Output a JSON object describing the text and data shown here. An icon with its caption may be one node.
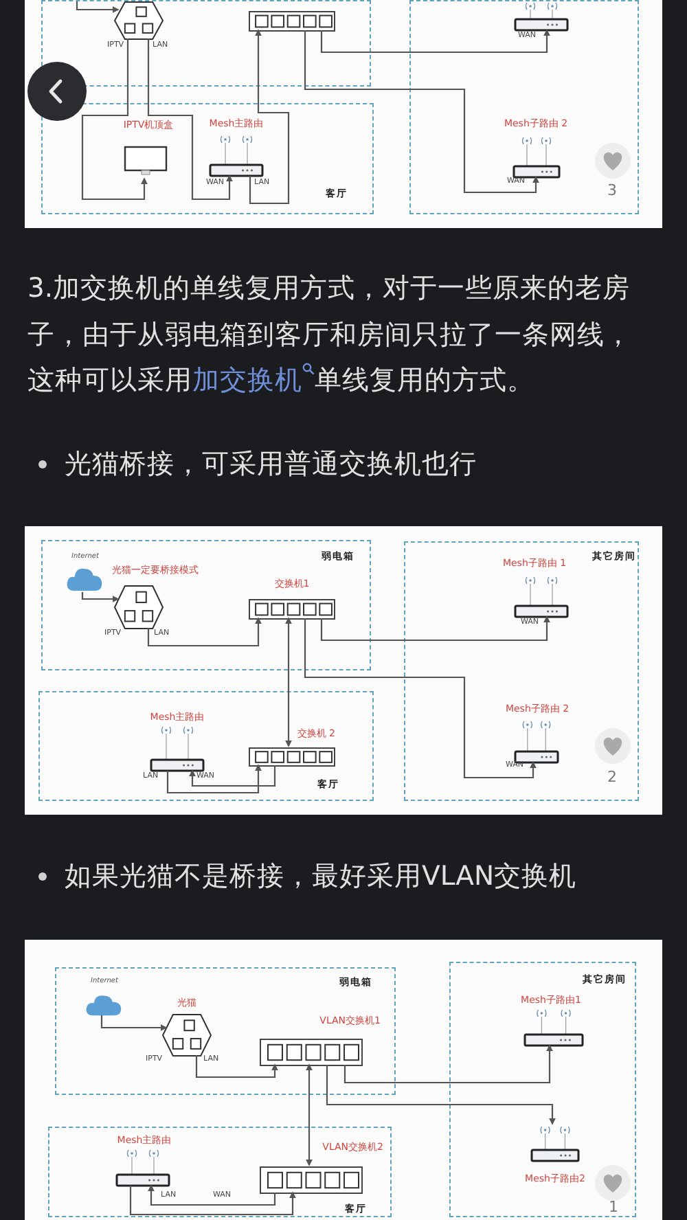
{
  "diagram": {
    "nodes": [
      {
        "text": [],
        "shape": "box"
      },
      {
        "text": [],
        "shape": "hexagon",
        "in": 0
      },
      {
        "text": [],
        "shape": "box",
        "in": 0
      },
      {
        "text": [],
        "shape": "box"
      },
      {
        "text": [],
        "shape": "box",
        "in": 3
      },
      {
        "text": [
          "客厅"
        ]
      },
      {
        "text": [
          "IPTV机顶盒"
        ],
        "in": 5
      },
      {
        "text": [
          "Mesh主路由"
        ],
        "in": 5
      },
      {
        "text": [
          "Mesh子路由 2"
        ],
        "in": 3
      },
      {
        "text": [
          "弱电箱"
        ]
      },
      {
        "text": [
          "Internet"
        ],
        "in": 9
      },
      {
        "text": [
          "光猫一定要桥接模式"
        ],
        "in": 9
      },
      {
        "text": [
          "交换机1"
        ],
        "in": 9
      },
      {
        "text": [
          "其它房间"
        ]
      },
      {
        "text": [
          "Mesh子路由 1"
        ],
        "in": 13
      },
      {
        "text": [
          "客厅"
        ]
      },
      {
        "text": [
          "Mesh主路由"
        ],
        "in": 15
      },
      {
        "text": [
          "交换机 2"
        ],
        "in": 15
      },
      {
        "text": [
          "Mesh子路由 2"
        ],
        "in": 13
      },
      {
        "text": [
          "弱电箱"
        ]
      },
      {
        "text": [
          "Internet"
        ],
        "in": 19
      },
      {
        "text": [
          "光猫"
        ],
        "in": 19
      },
      {
        "text": [
          "VLAN交换机1"
        ],
        "in": 19
      },
      {
        "text": [
          "其它房间"
        ]
      },
      {
        "text": [
          "Mesh子路由1"
        ],
        "in": 23
      },
      {
        "text": [
          "Mesh子路由2"
        ],
        "in": 23
      },
      {
        "text": [
          "客厅"
        ]
      },
      {
        "text": [
          "Mesh主路由"
        ],
        "in": 26
      },
      {
        "text": [
          "VLAN交换机2"
        ],
        "in": 26
      }
    ],
    "edges": [
      {
        "from": null,
        "to": 1,
        "arrow": "to"
      },
      {
        "from": 1,
        "to": 6,
        "arrow": "to"
      },
      {
        "from": 1,
        "to": 7,
        "arrow": "to"
      },
      {
        "from": 7,
        "to": 2,
        "arrow": "to"
      },
      {
        "from": 2,
        "to": 4,
        "arrow": "to"
      },
      {
        "from": 2,
        "to": 8,
        "arrow": "to"
      },
      {
        "from": 10,
        "to": 11,
        "arrow": "to"
      },
      {
        "from": 11,
        "to": 12,
        "arrow": "to"
      },
      {
        "from": 12,
        "to": 17,
        "arrow": "both"
      },
      {
        "from": 12,
        "to": 14,
        "arrow": "to"
      },
      {
        "from": 12,
        "to": 18,
        "arrow": "to"
      },
      {
        "from": 17,
        "to": 16,
        "arrow": "to"
      },
      {
        "from": 16,
        "to": 17,
        "arrow": "to"
      },
      {
        "from": 20,
        "to": 21,
        "arrow": "to"
      },
      {
        "from": 21,
        "to": 22,
        "arrow": "to"
      },
      {
        "from": 22,
        "to": 28,
        "arrow": "both"
      },
      {
        "from": 22,
        "to": 24,
        "arrow": "to"
      },
      {
        "from": 22,
        "to": 25,
        "arrow": "to"
      },
      {
        "from": 28,
        "to": 27,
        "arrow": "to"
      },
      {
        "from": 27,
        "to": 28,
        "arrow": "to"
      }
    ],
    "labels": [
      "IPTV",
      "LAN",
      "WAN",
      "WAN",
      "LAN",
      "WAN",
      "3",
      "3.加交换机的单线复用方式，对于一些原来的老房子，由于从弱电箱到客厅和房间只拉了一条网线，这种可以采用",
      "加交换机",
      "单线复用的方式。",
      "光猫桥接，可采用普通交换机也行",
      "IPTV",
      "LAN",
      "WAN",
      "WAN",
      "LAN",
      "WAN",
      "2",
      "如果光猫不是桥接，最好采用VLAN交换机",
      "IPTV",
      "LAN",
      "LAN",
      "WAN",
      "1"
    ]
  }
}
